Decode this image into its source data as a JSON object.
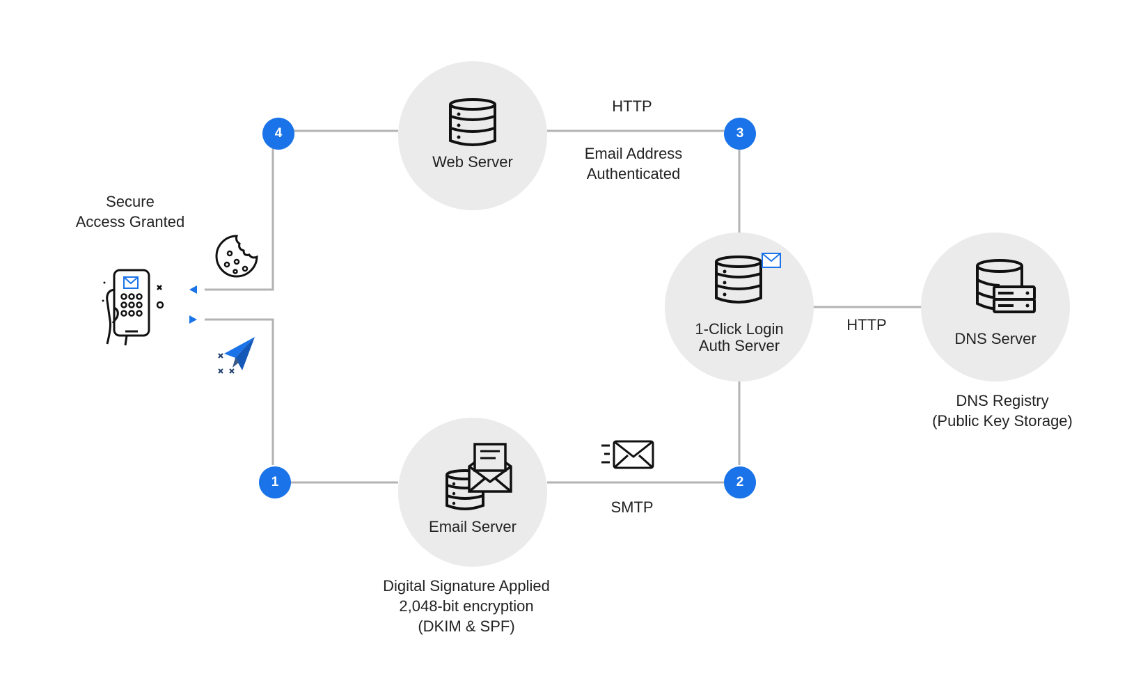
{
  "nodes": {
    "web_server": "Web Server",
    "auth_server": [
      "1-Click Login",
      "Auth Server"
    ],
    "dns_server": "DNS Server",
    "email_server": "Email Server"
  },
  "steps": [
    "1",
    "2",
    "3",
    "4"
  ],
  "edges": {
    "web_to_auth_protocol": "HTTP",
    "web_to_auth_note": [
      "Email Address",
      "Authenticated"
    ],
    "auth_to_dns_protocol": "HTTP",
    "email_to_auth_protocol": "SMTP"
  },
  "annotations": {
    "client": [
      "Secure",
      "Access Granted"
    ],
    "dns": [
      "DNS Registry",
      "(Public Key Storage)"
    ],
    "email": [
      "Digital Signature Applied",
      "2,048-bit encryption",
      "(DKIM & SPF)"
    ]
  },
  "icons": [
    "database-icon",
    "email-icon",
    "cookie-icon",
    "phone-icon",
    "paper-plane-icon",
    "server-icon"
  ],
  "colors": {
    "accent": "#1a73e8",
    "node_fill": "#ebebeb",
    "line": "#b3b3b3"
  }
}
